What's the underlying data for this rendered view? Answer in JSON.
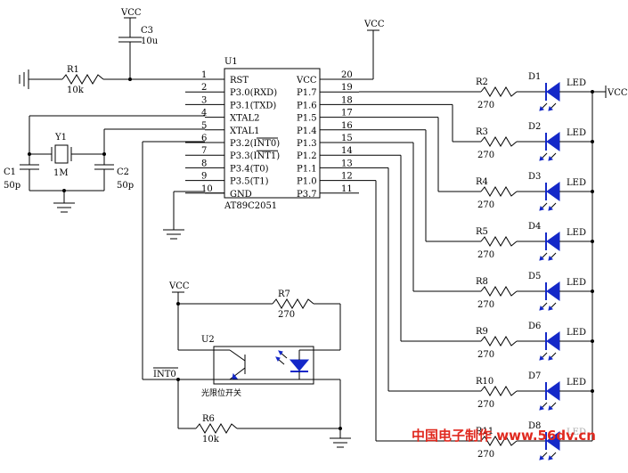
{
  "vcc_label": "VCC",
  "gnd_labels": [],
  "c3": {
    "ref": "C3",
    "value": "10u"
  },
  "r1": {
    "ref": "R1",
    "value": "10k"
  },
  "y1": {
    "ref": "Y1",
    "value": "1M"
  },
  "c1": {
    "ref": "C1",
    "value": "50p"
  },
  "c2": {
    "ref": "C2",
    "value": "50p"
  },
  "u1": {
    "ref": "U1",
    "part": "AT89C2051",
    "left_pins": [
      {
        "num": "1",
        "name": "RST"
      },
      {
        "num": "2",
        "name": "P3.0(RXD)"
      },
      {
        "num": "3",
        "name": "P3.1(TXD)"
      },
      {
        "num": "4",
        "name": "XTAL2"
      },
      {
        "num": "5",
        "name": "XTAL1"
      },
      {
        "num": "6",
        "name": "P3.2(INT0)"
      },
      {
        "num": "7",
        "name": "P3.3(INT1)"
      },
      {
        "num": "8",
        "name": "P3.4(T0)"
      },
      {
        "num": "9",
        "name": "P3.5(T1)"
      },
      {
        "num": "10",
        "name": "GND"
      }
    ],
    "right_pins": [
      {
        "num": "20",
        "name": "VCC"
      },
      {
        "num": "19",
        "name": "P1.7"
      },
      {
        "num": "18",
        "name": "P1.6"
      },
      {
        "num": "17",
        "name": "P1.5"
      },
      {
        "num": "16",
        "name": "P1.4"
      },
      {
        "num": "15",
        "name": "P1.3"
      },
      {
        "num": "14",
        "name": "P1.2"
      },
      {
        "num": "13",
        "name": "P1.1"
      },
      {
        "num": "12",
        "name": "P1.0"
      },
      {
        "num": "11",
        "name": "P3.7"
      }
    ]
  },
  "led_rows": [
    {
      "res": "R2",
      "val": "270",
      "diode": "D1",
      "led": "LED"
    },
    {
      "res": "R3",
      "val": "270",
      "diode": "D2",
      "led": "LED"
    },
    {
      "res": "R4",
      "val": "270",
      "diode": "D3",
      "led": "LED"
    },
    {
      "res": "R5",
      "val": "270",
      "diode": "D4",
      "led": "LED"
    },
    {
      "res": "R8",
      "val": "270",
      "diode": "D5",
      "led": "LED"
    },
    {
      "res": "R9",
      "val": "270",
      "diode": "D6",
      "led": "LED"
    },
    {
      "res": "R10",
      "val": "270",
      "diode": "D7",
      "led": "LED"
    },
    {
      "res": "R11",
      "val": "270",
      "diode": "D8",
      "led": "LED"
    }
  ],
  "led_supply_label": "VCC",
  "r7": {
    "ref": "R7",
    "value": "270"
  },
  "r6": {
    "ref": "R6",
    "value": "10k"
  },
  "u2": {
    "ref": "U2",
    "caption": "光限位开关"
  },
  "int0_net": "INT0",
  "watermark": "中国电子制作 www.56dv.cn",
  "colors": {
    "led": "#1428c8",
    "watermark": "#e0291f",
    "wire": "#000000"
  }
}
